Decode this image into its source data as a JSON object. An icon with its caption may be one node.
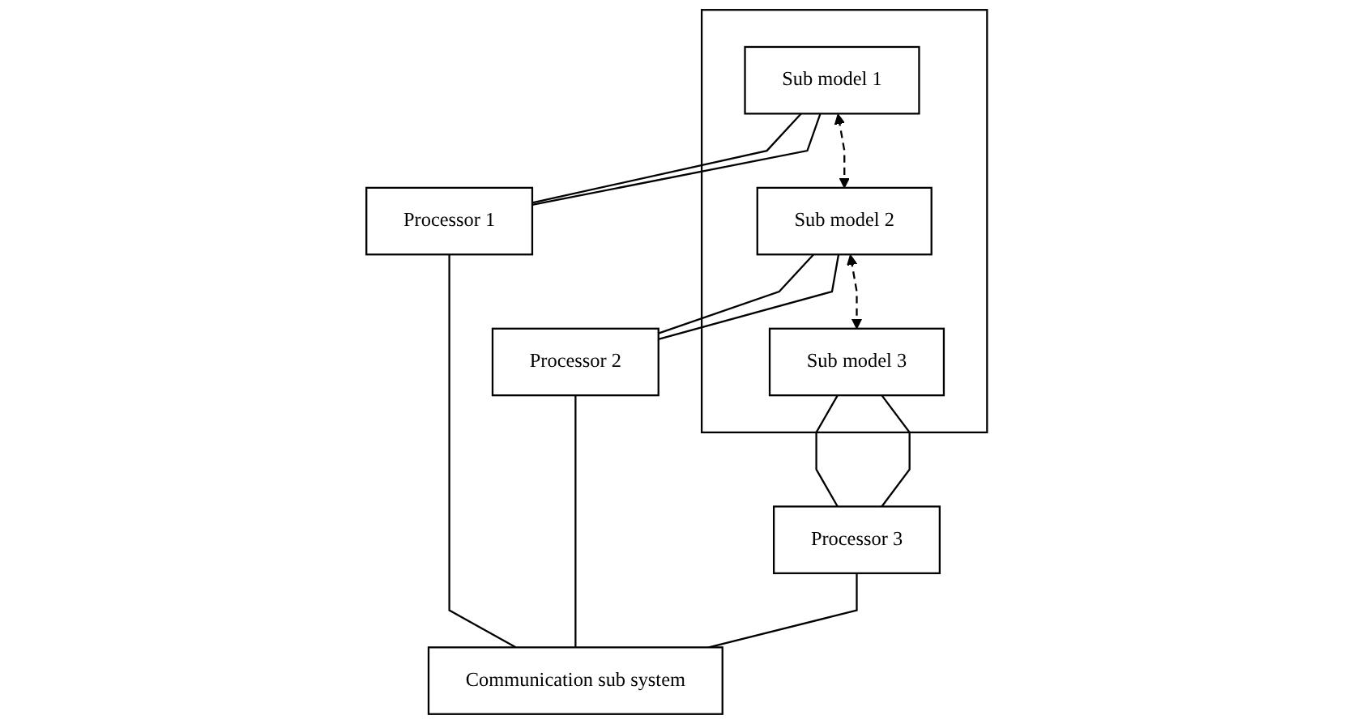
{
  "diagram": {
    "nodes": [
      {
        "text": [],
        "shape": "box"
      },
      {
        "text": [
          "Sub model 1"
        ],
        "in": 0
      },
      {
        "text": [
          "Sub model 2"
        ],
        "in": 0
      },
      {
        "text": [
          "Sub model 3"
        ],
        "in": 0
      },
      {
        "text": [
          "Processor 1"
        ]
      },
      {
        "text": [
          "Processor 2"
        ]
      },
      {
        "text": [
          "Processor 3"
        ]
      },
      {
        "text": [
          "Communication sub system"
        ]
      }
    ],
    "edges": [
      {
        "from": 1,
        "to": 4,
        "arrow": "none"
      },
      {
        "from": 1,
        "to": 4,
        "arrow": "none"
      },
      {
        "from": 2,
        "to": 5,
        "arrow": "none"
      },
      {
        "from": 2,
        "to": 5,
        "arrow": "none"
      },
      {
        "from": 3,
        "to": 6,
        "arrow": "none"
      },
      {
        "from": 3,
        "to": 6,
        "arrow": "none"
      },
      {
        "from": 4,
        "to": 7,
        "arrow": "none"
      },
      {
        "from": 5,
        "to": 7,
        "arrow": "none"
      },
      {
        "from": 6,
        "to": 7,
        "arrow": "none"
      },
      {
        "from": 1,
        "to": 2,
        "arrow": "both",
        "style": "dashed"
      },
      {
        "from": 2,
        "to": 3,
        "arrow": "both",
        "style": "dashed"
      }
    ]
  }
}
